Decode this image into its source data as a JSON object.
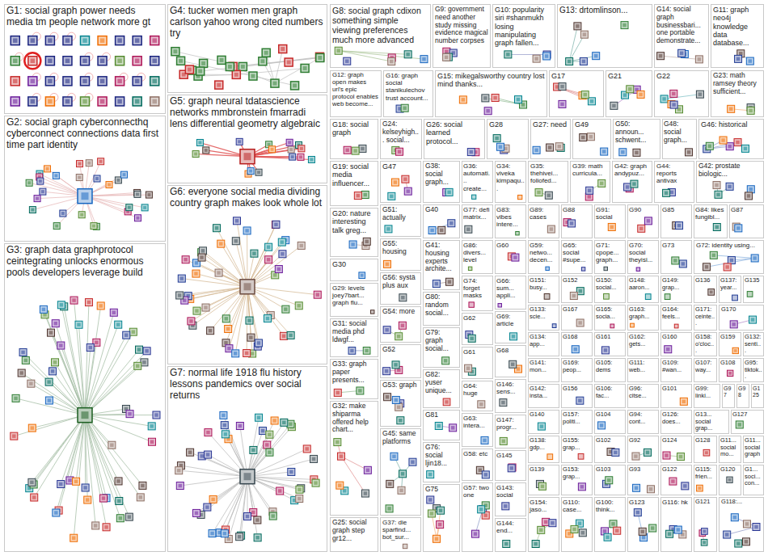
{
  "diagram": {
    "nodes": [
      {
        "text": [
          "G1: social graph power needs media tm people network more gt"
        ]
      },
      {
        "text": [
          "G2: social graph cyberconnecthq cyberconnect connections data first time part identity"
        ]
      },
      {
        "text": [
          "G3: graph data graphprotocol ceintegrating unlocks enormous pools developers leverage build"
        ]
      },
      {
        "text": [
          "G4: tucker women men graph carlson yahoo wrong cited numbers try"
        ]
      },
      {
        "text": [
          "G5: graph neural tdatascience networks mmbronstein fmarradi lens differential geometry algebraic"
        ]
      },
      {
        "text": [
          "G6: everyone social media dividing country graph makes look whole lot"
        ]
      },
      {
        "text": [
          "G7: normal life 1918 flu history lessons pandemics over social returns"
        ]
      },
      {
        "text": [
          "G8: social graph cdixon something simple viewing preferences much more advanced"
        ]
      },
      {
        "text": [
          "G9: government need another study missing evidence magical number corpses"
        ]
      },
      {
        "text": [
          "G10: popularity siri #shanmukh losing manipulating graph fallen..."
        ]
      },
      {
        "text": [
          "G13: drtomlinson..."
        ]
      },
      {
        "text": [
          "G14: social graph businessbari... one portable demonstrate..."
        ]
      },
      {
        "text": [
          "G11: graph neo4j knowledge data database..."
        ]
      },
      {
        "text": [
          "G12: graph open makes url's epic protocol enables web become..."
        ]
      },
      {
        "text": [
          "G16: graph social stanikulechov trust account..."
        ]
      },
      {
        "text": [
          "G15: mikegalsworthy country lost mind thanks..."
        ]
      },
      {
        "text": [
          "G17"
        ]
      },
      {
        "text": [
          "G21"
        ]
      },
      {
        "text": [
          "G22"
        ]
      },
      {
        "text": [
          "G23: math ramsey theory sufficient..."
        ]
      },
      {
        "text": [
          "G18: social graph"
        ]
      },
      {
        "text": [
          "G24: kelseyhigh... social..."
        ]
      },
      {
        "text": [
          "G26: social learned protocol..."
        ]
      },
      {
        "text": [
          "G28"
        ]
      },
      {
        "text": [
          "G27: need"
        ]
      },
      {
        "text": [
          "G49"
        ]
      },
      {
        "text": [
          "G50: announ... schwent..."
        ]
      },
      {
        "text": [
          "G48: social graph..."
        ]
      },
      {
        "text": [
          "G46: historical"
        ]
      },
      {
        "text": [
          "G19: social media influencer..."
        ]
      },
      {
        "text": [
          "G47"
        ]
      },
      {
        "text": [
          "G38: social graph..."
        ]
      },
      {
        "text": [
          "G36: automati... create..."
        ]
      },
      {
        "text": [
          "G34: viveka kimpaqu..."
        ]
      },
      {
        "text": [
          "G35: thehivei... foliofed..."
        ]
      },
      {
        "text": [
          "G39: math curricula..."
        ]
      },
      {
        "text": [
          "G42: graph andypuz..."
        ]
      },
      {
        "text": [
          "G44: reports antivax"
        ]
      },
      {
        "text": [
          "G42: prostate biologic..."
        ]
      },
      {
        "text": [
          "G20: nature interesting talk greg..."
        ]
      },
      {
        "text": [
          "G30"
        ]
      },
      {
        "text": [
          "G29: levels joey7bart... graph flu..."
        ]
      },
      {
        "text": [
          "G31: social media phd ldwgf..."
        ]
      },
      {
        "text": [
          "G33: graph paper presents..."
        ]
      },
      {
        "text": [
          "G32: make shiparma offered help chart..."
        ]
      },
      {
        "text": [
          "G25: social graph step gr12..."
        ]
      },
      {
        "text": [
          "G51: actually"
        ]
      },
      {
        "text": [
          "G55: housing"
        ]
      },
      {
        "text": [
          "G56: systä plus aux"
        ]
      },
      {
        "text": [
          "G54: more"
        ]
      },
      {
        "text": [
          "G52"
        ]
      },
      {
        "text": [
          "G53: graph"
        ]
      },
      {
        "text": [
          "G45: same platforms"
        ]
      },
      {
        "text": [
          "G37: die sparfind... bot_sur..."
        ]
      },
      {
        "text": [
          "G40"
        ]
      },
      {
        "text": [
          "G41: housing experts archite..."
        ]
      },
      {
        "text": [
          "G80: random social..."
        ]
      },
      {
        "text": [
          "G79: graph social..."
        ]
      },
      {
        "text": [
          "G82: yuser unique..."
        ]
      },
      {
        "text": [
          "G81"
        ]
      },
      {
        "text": [
          "G76: social ljin18..."
        ]
      },
      {
        "text": [
          "G75"
        ]
      },
      {
        "text": [
          "G77: defi matrix..."
        ]
      },
      {
        "text": [
          "G86: divers... level"
        ]
      },
      {
        "text": [
          "G74: forget masks"
        ]
      },
      {
        "text": [
          "G62"
        ]
      },
      {
        "text": [
          "G61"
        ]
      },
      {
        "text": [
          "G64: huge"
        ]
      },
      {
        "text": [
          "G63: intera..."
        ]
      },
      {
        "text": [
          "G58: etc"
        ]
      },
      {
        "text": [
          "G57: two one"
        ]
      },
      {
        "text": [
          "G83: vibes intere..."
        ]
      },
      {
        "text": [
          "G60"
        ]
      },
      {
        "text": [
          "G66: sum... appli..."
        ]
      },
      {
        "text": [
          "G69: article"
        ]
      },
      {
        "text": [
          "G68"
        ]
      },
      {
        "text": [
          "G146: sens..."
        ]
      },
      {
        "text": [
          "G147: progr..."
        ]
      },
      {
        "text": [
          "G145"
        ]
      },
      {
        "text": [
          "G143: social"
        ]
      },
      {
        "text": [
          "G144: end..."
        ]
      },
      {
        "text": [
          "G89: cases"
        ]
      },
      {
        "text": [
          "G59: netwo... decen..."
        ]
      },
      {
        "text": [
          "G151: busy..."
        ]
      },
      {
        "text": [
          "G133: scie..."
        ]
      },
      {
        "text": [
          "G134: app..."
        ]
      },
      {
        "text": [
          "G141: mon..."
        ]
      },
      {
        "text": [
          "G142: insta..."
        ]
      },
      {
        "text": [
          "G140"
        ]
      },
      {
        "text": [
          "G138: gdp..."
        ]
      },
      {
        "text": [
          "G139"
        ]
      },
      {
        "text": [
          "G154: jaso..."
        ]
      },
      {
        "text": [
          "G88"
        ]
      },
      {
        "text": [
          "G65: social #supe..."
        ]
      },
      {
        "text": [
          "G152"
        ]
      },
      {
        "text": [
          "G167"
        ]
      },
      {
        "text": [
          "G168"
        ]
      },
      {
        "text": [
          "G169: peop..."
        ]
      },
      {
        "text": [
          "G156"
        ]
      },
      {
        "text": [
          "G157: politi..."
        ]
      },
      {
        "text": [
          "G155: grap..."
        ]
      },
      {
        "text": [
          "G153: grap..."
        ]
      },
      {
        "text": [
          "G110: case..."
        ]
      },
      {
        "text": [
          "G91: social"
        ]
      },
      {
        "text": [
          "G71: cpope... graph..."
        ]
      },
      {
        "text": [
          "G150: social..."
        ]
      },
      {
        "text": [
          "G165: socia..."
        ]
      },
      {
        "text": [
          "G161"
        ]
      },
      {
        "text": [
          "G105: dems"
        ]
      },
      {
        "text": [
          "G106: fac..."
        ]
      },
      {
        "text": [
          "G104"
        ]
      },
      {
        "text": [
          "G102"
        ]
      },
      {
        "text": [
          "G103"
        ]
      },
      {
        "text": [
          "G100: think..."
        ]
      },
      {
        "text": [
          "G90"
        ]
      },
      {
        "text": [
          "G70: social theyisi..."
        ]
      },
      {
        "text": [
          "G148: aaron..."
        ]
      },
      {
        "text": [
          "G163: graph..."
        ]
      },
      {
        "text": [
          "G162: gets..."
        ]
      },
      {
        "text": [
          "G111: web..."
        ]
      },
      {
        "text": [
          "G96: citse..."
        ]
      },
      {
        "text": [
          "G94: cont..."
        ]
      },
      {
        "text": [
          "G92"
        ]
      },
      {
        "text": [
          "G93"
        ]
      },
      {
        "text": [
          "G123"
        ]
      },
      {
        "text": [
          "G85"
        ]
      },
      {
        "text": [
          "G73"
        ]
      },
      {
        "text": [
          "G149: grap..."
        ]
      },
      {
        "text": [
          "G164: feels..."
        ]
      },
      {
        "text": [
          "G160"
        ]
      },
      {
        "text": [
          "G109: #wan..."
        ]
      },
      {
        "text": [
          "G101"
        ]
      },
      {
        "text": [
          "G126: does..."
        ]
      },
      {
        "text": [
          "G124"
        ]
      },
      {
        "text": [
          "G122"
        ]
      },
      {
        "text": [
          "G116: hk"
        ]
      },
      {
        "text": [
          "G84: likes fungibl..."
        ]
      },
      {
        "text": [
          "G87"
        ]
      },
      {
        "text": [
          "G72: identity using..."
        ]
      },
      {
        "text": [
          "G136"
        ]
      },
      {
        "text": [
          "G137: year..."
        ]
      },
      {
        "text": [
          "G135"
        ]
      },
      {
        "text": [
          "G171: ceinte..."
        ]
      },
      {
        "text": [
          "G170"
        ]
      },
      {
        "text": [
          "G158: o'cloc..."
        ]
      },
      {
        "text": [
          "G159"
        ]
      },
      {
        "text": [
          "G132: senti..."
        ]
      },
      {
        "text": [
          "G107: way..."
        ]
      },
      {
        "text": [
          "G108"
        ]
      },
      {
        "text": [
          "G95: tiktok..."
        ]
      },
      {
        "text": [
          "G99: linki..."
        ]
      },
      {
        "text": [
          "G97"
        ]
      },
      {
        "text": [
          "G98"
        ]
      },
      {
        "text": [
          "G125"
        ]
      },
      {
        "text": [
          "G13... social grap..."
        ]
      },
      {
        "text": [
          "G127"
        ]
      },
      {
        "text": [
          "G128"
        ]
      },
      {
        "text": [
          "G11... social mo..."
        ]
      },
      {
        "text": [
          "G11... social graph"
        ]
      },
      {
        "text": [
          "G115: frien..."
        ]
      },
      {
        "text": [
          "G120"
        ]
      },
      {
        "text": [
          "G1... soci... con..."
        ]
      },
      {
        "text": [
          "G121"
        ]
      },
      {
        "text": [
          "G118:..."
        ]
      }
    ]
  }
}
